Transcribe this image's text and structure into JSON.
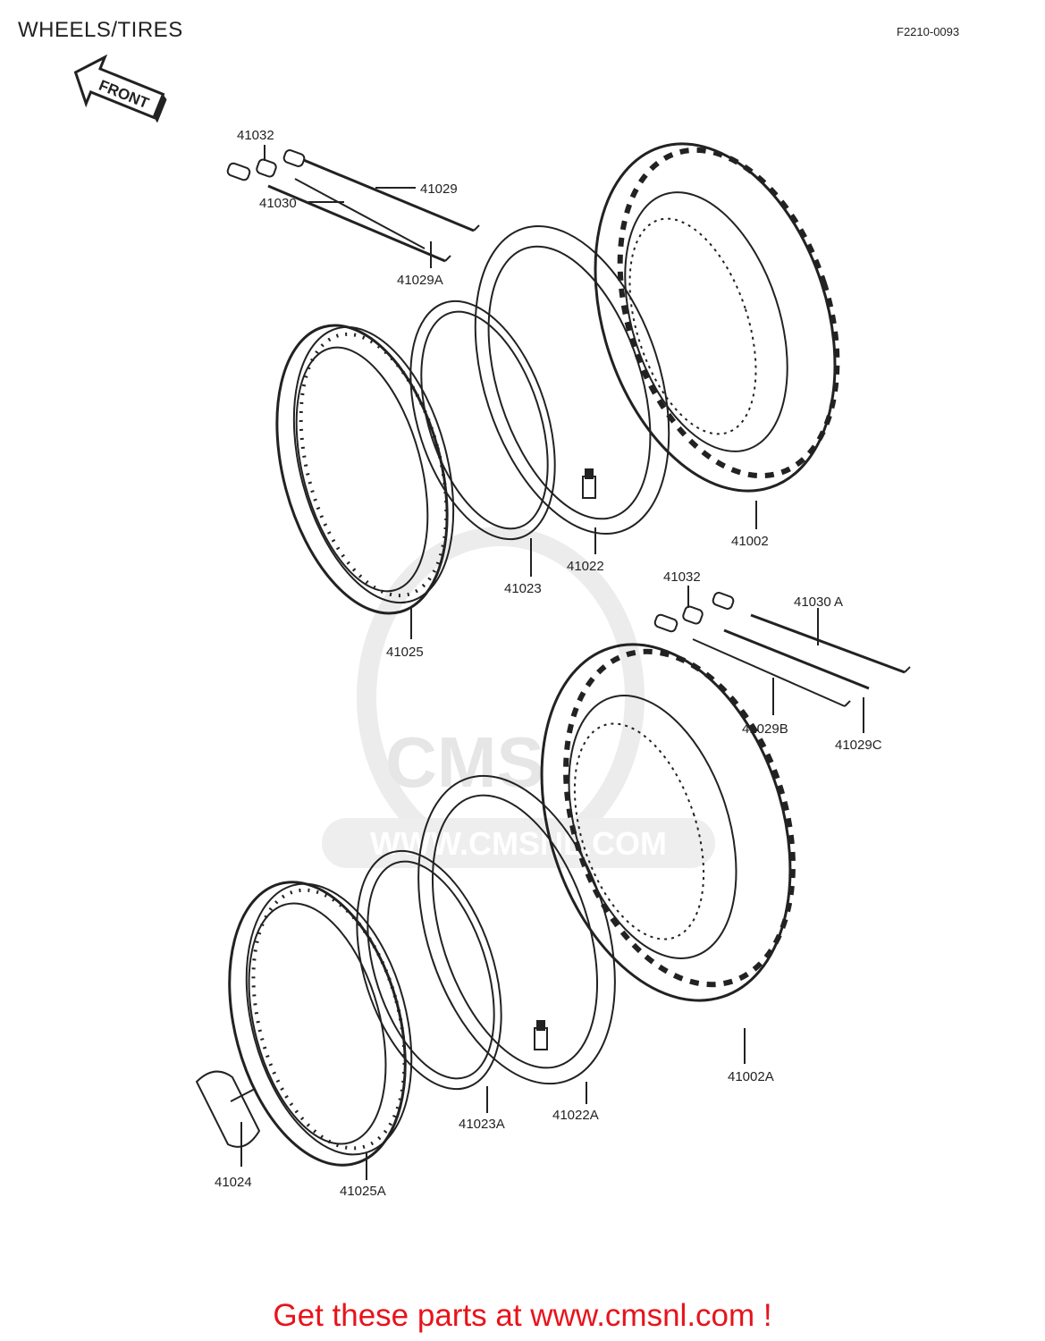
{
  "header": {
    "title": "WHEELS/TIRES",
    "figure_code": "F2210-0093"
  },
  "front_arrow": {
    "label": "FRONT"
  },
  "watermark": {
    "brand": "CMS",
    "url": "WWW.CMSNL.COM"
  },
  "parts_rear": [
    "41032",
    "41029",
    "41030",
    "41029A",
    "41002",
    "41022",
    "41023",
    "41025"
  ],
  "parts_front": [
    "41032",
    "41030 A",
    "41029B",
    "41029C",
    "41002A",
    "41022A",
    "41023A",
    "41024",
    "41025A"
  ],
  "footer": {
    "cta": "Get these parts at www.cmsnl.com !"
  },
  "colors": {
    "line": "#222222",
    "cta": "#e8131b",
    "watermark": "#e6e6e6"
  }
}
